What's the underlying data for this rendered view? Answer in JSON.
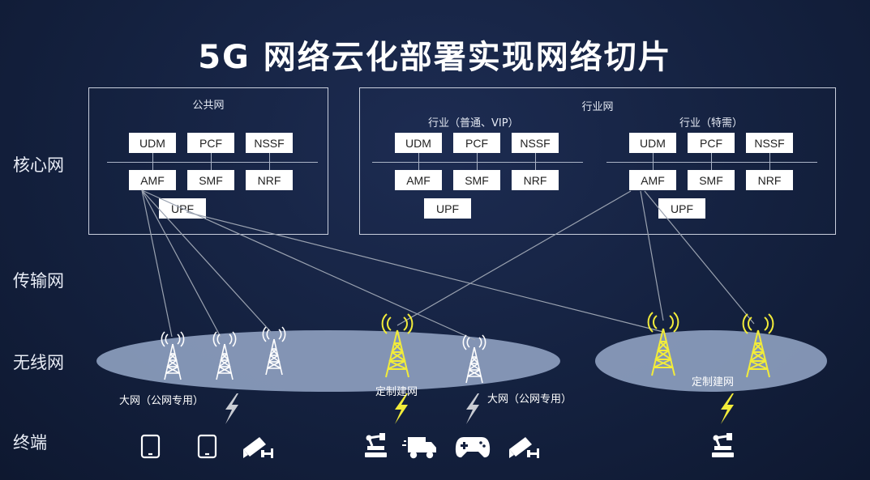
{
  "title": "5G 网络云化部署实现网络切片",
  "layers": {
    "core": "核心网",
    "transport": "传输网",
    "wireless": "无线网",
    "terminal": "终端"
  },
  "public_core": {
    "title": "公共网",
    "nf_row1": [
      "UDM",
      "PCF",
      "NSSF"
    ],
    "nf_row2": [
      "AMF",
      "SMF",
      "NRF"
    ],
    "upf": "UPF"
  },
  "industry_core": {
    "title": "行业网",
    "group1": {
      "title": "行业（普通、VIP）",
      "nf_row1": [
        "UDM",
        "PCF",
        "NSSF"
      ],
      "nf_row2": [
        "AMF",
        "SMF",
        "NRF"
      ],
      "upf": "UPF"
    },
    "group2": {
      "title": "行业（特需）",
      "nf_row1": [
        "UDM",
        "PCF",
        "NSSF"
      ],
      "nf_row2": [
        "AMF",
        "SMF",
        "NRF"
      ],
      "upf": "UPF"
    }
  },
  "captions": {
    "public_left": "大网（公网专用）",
    "custom_middle": "定制建网",
    "public_right": "大网（公网专用）",
    "custom_right": "定制建网"
  },
  "terminals": [
    "tablet-icon",
    "tablet-icon",
    "camera-icon",
    "robot-arm-icon",
    "truck-icon",
    "gamepad-icon",
    "camera-icon",
    "robot-arm-icon"
  ],
  "colors": {
    "public_tower": "#ffffff",
    "custom_tower": "#f2ec3a",
    "public_bolt": "#c9ccd3",
    "custom_bolt": "#f2ec3a",
    "cell_area": "#8fa1c1",
    "link_line": "#9aa2b0"
  }
}
